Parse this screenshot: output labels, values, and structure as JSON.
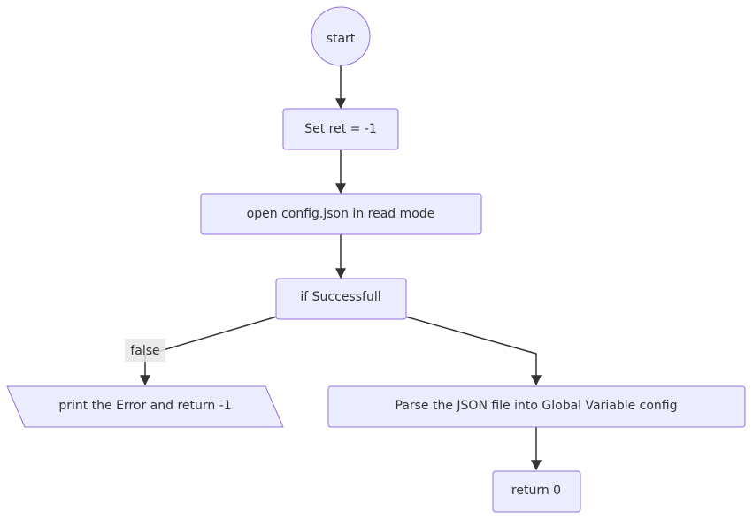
{
  "nodes": {
    "start": "start",
    "set_ret": "Set ret = -1",
    "open_config": "open config.json in read mode",
    "if_success": "if Successfull",
    "print_error": "print the Error and return -1",
    "parse_json": "Parse the JSON file into Global Variable config",
    "return_zero": "return 0"
  },
  "edge_labels": {
    "false": "false"
  },
  "colors": {
    "node_fill": "#ececff",
    "node_stroke": "#9370db",
    "edge": "#333333",
    "label_bg": "#e8e8e8"
  }
}
